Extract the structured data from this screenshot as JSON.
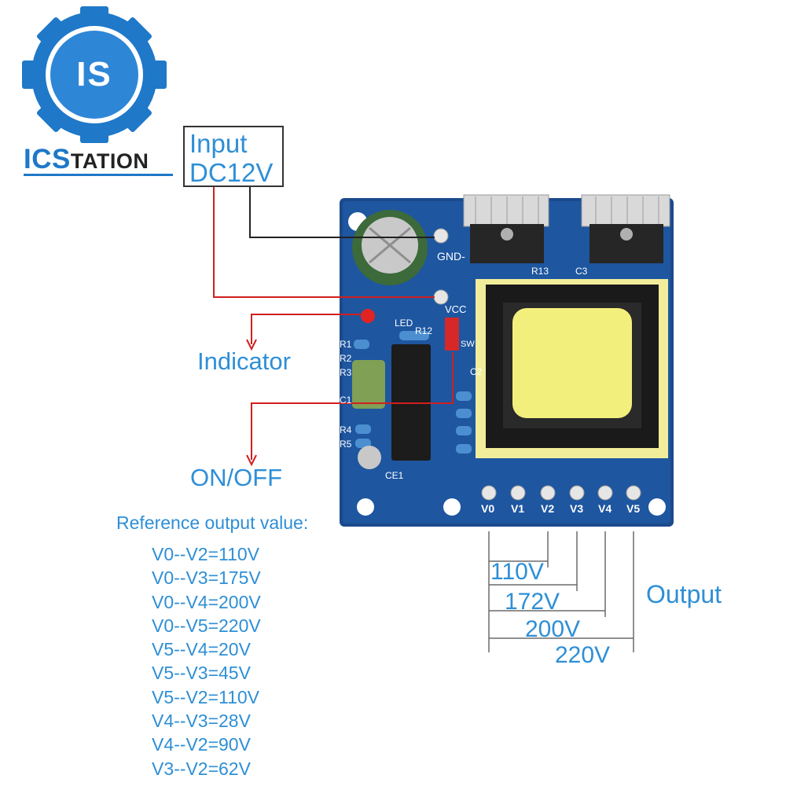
{
  "logo": {
    "wordmark_big": "ICS",
    "wordmark_small": "TATION",
    "emblem_letters": "IS",
    "brand_color": "#1f78c8"
  },
  "input": {
    "line1": "Input",
    "line2": "DC12V"
  },
  "labels": {
    "indicator": "Indicator",
    "onoff": "ON/OFF",
    "output": "Output"
  },
  "board": {
    "pins": [
      "V0",
      "V1",
      "V2",
      "V3",
      "V4",
      "V5"
    ],
    "silkscreen": [
      "GND-",
      "VCC",
      "LED",
      "R12",
      "R13",
      "C3",
      "R1",
      "R2",
      "R3",
      "C1",
      "R4",
      "R5",
      "CE1",
      "C2",
      "SW"
    ],
    "pcb_color": "#1b4a8c",
    "transformer_color": "#f1ed9a"
  },
  "reference": {
    "title": "Reference output value:",
    "values": [
      "V0--V2=110V",
      "V0--V3=175V",
      "V0--V4=200V",
      "V0--V5=220V",
      "V5--V4=20V",
      "V5--V3=45V",
      "V5--V2=110V",
      "V4--V3=28V",
      "V4--V2=90V",
      "V3--V2=62V"
    ]
  },
  "dimensions": [
    "110V",
    "172V",
    "200V",
    "220V"
  ],
  "accent_color": "#2e8fd6",
  "leader_color": "#d11f1f"
}
